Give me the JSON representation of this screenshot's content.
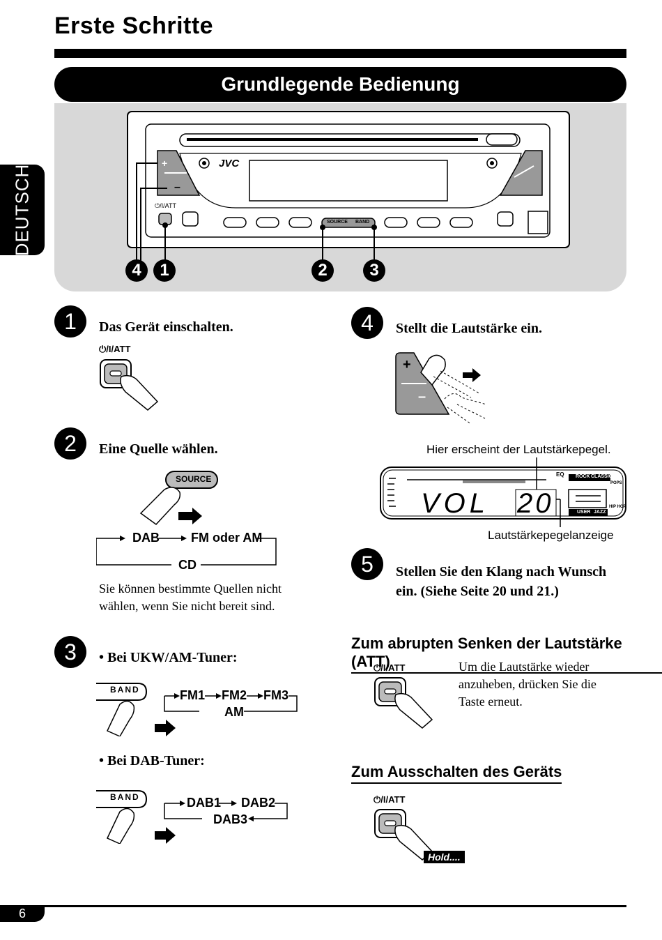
{
  "page": {
    "title": "Erste Schritte",
    "banner": "Grundlegende Bedienung",
    "side_tab": "DEUTSCH",
    "page_number": "6"
  },
  "device": {
    "brand": "JVC",
    "att_label": "⏻/I/ATT",
    "plus": "+",
    "minus": "–",
    "source_label": "SOURCE",
    "band_label": "BAND",
    "callouts": [
      "4",
      "1",
      "2",
      "3"
    ]
  },
  "steps": {
    "s1": {
      "num": "1",
      "text": "Das Gerät einschalten.",
      "button_label": "⏻/I/ATT"
    },
    "s2": {
      "num": "2",
      "text": "Eine Quelle wählen.",
      "button_label": "SOURCE",
      "flow_dab": "DAB",
      "flow_fm": "FM oder AM",
      "flow_cd": "CD",
      "note": "Sie können bestimmte Quellen nicht wählen, wenn Sie nicht bereit sind."
    },
    "s3": {
      "num": "3",
      "bullet1": "• Bei UKW/AM-Tuner:",
      "band_label": "BAND",
      "fm1": "FM1",
      "fm2": "FM2",
      "fm3": "FM3",
      "am": "AM",
      "bullet2": "• Bei DAB-Tuner:",
      "dab1": "DAB1",
      "dab2": "DAB2",
      "dab3": "DAB3"
    },
    "s4": {
      "num": "4",
      "text": "Stellt die Lautstärke ein.",
      "plus": "+",
      "minus": "–",
      "display_caption_top": "Hier erscheint der Lautstärkepegel.",
      "display_vol": "VOL",
      "display_level": "20",
      "display_eq": "EQ",
      "display_tags": [
        "ROCK",
        "CLASSIC",
        "POPS",
        "USER",
        "JAZZ",
        "HIP HOP"
      ],
      "display_caption_bottom": "Lautstärkepegelanzeige"
    },
    "s5": {
      "num": "5",
      "text": "Stellen Sie den Klang nach Wunsch ein. (Siehe Seite 20 und 21.)"
    }
  },
  "att_section": {
    "heading": "Zum abrupten Senken der Lautstärke (ATT)",
    "button_label": "⏻/I/ATT",
    "text": "Um die Lautstärke wieder anzuheben, drücken Sie die Taste erneut."
  },
  "off_section": {
    "heading": "Zum Ausschalten des Geräts",
    "button_label": "⏻/I/ATT",
    "hold": "Hold...."
  }
}
